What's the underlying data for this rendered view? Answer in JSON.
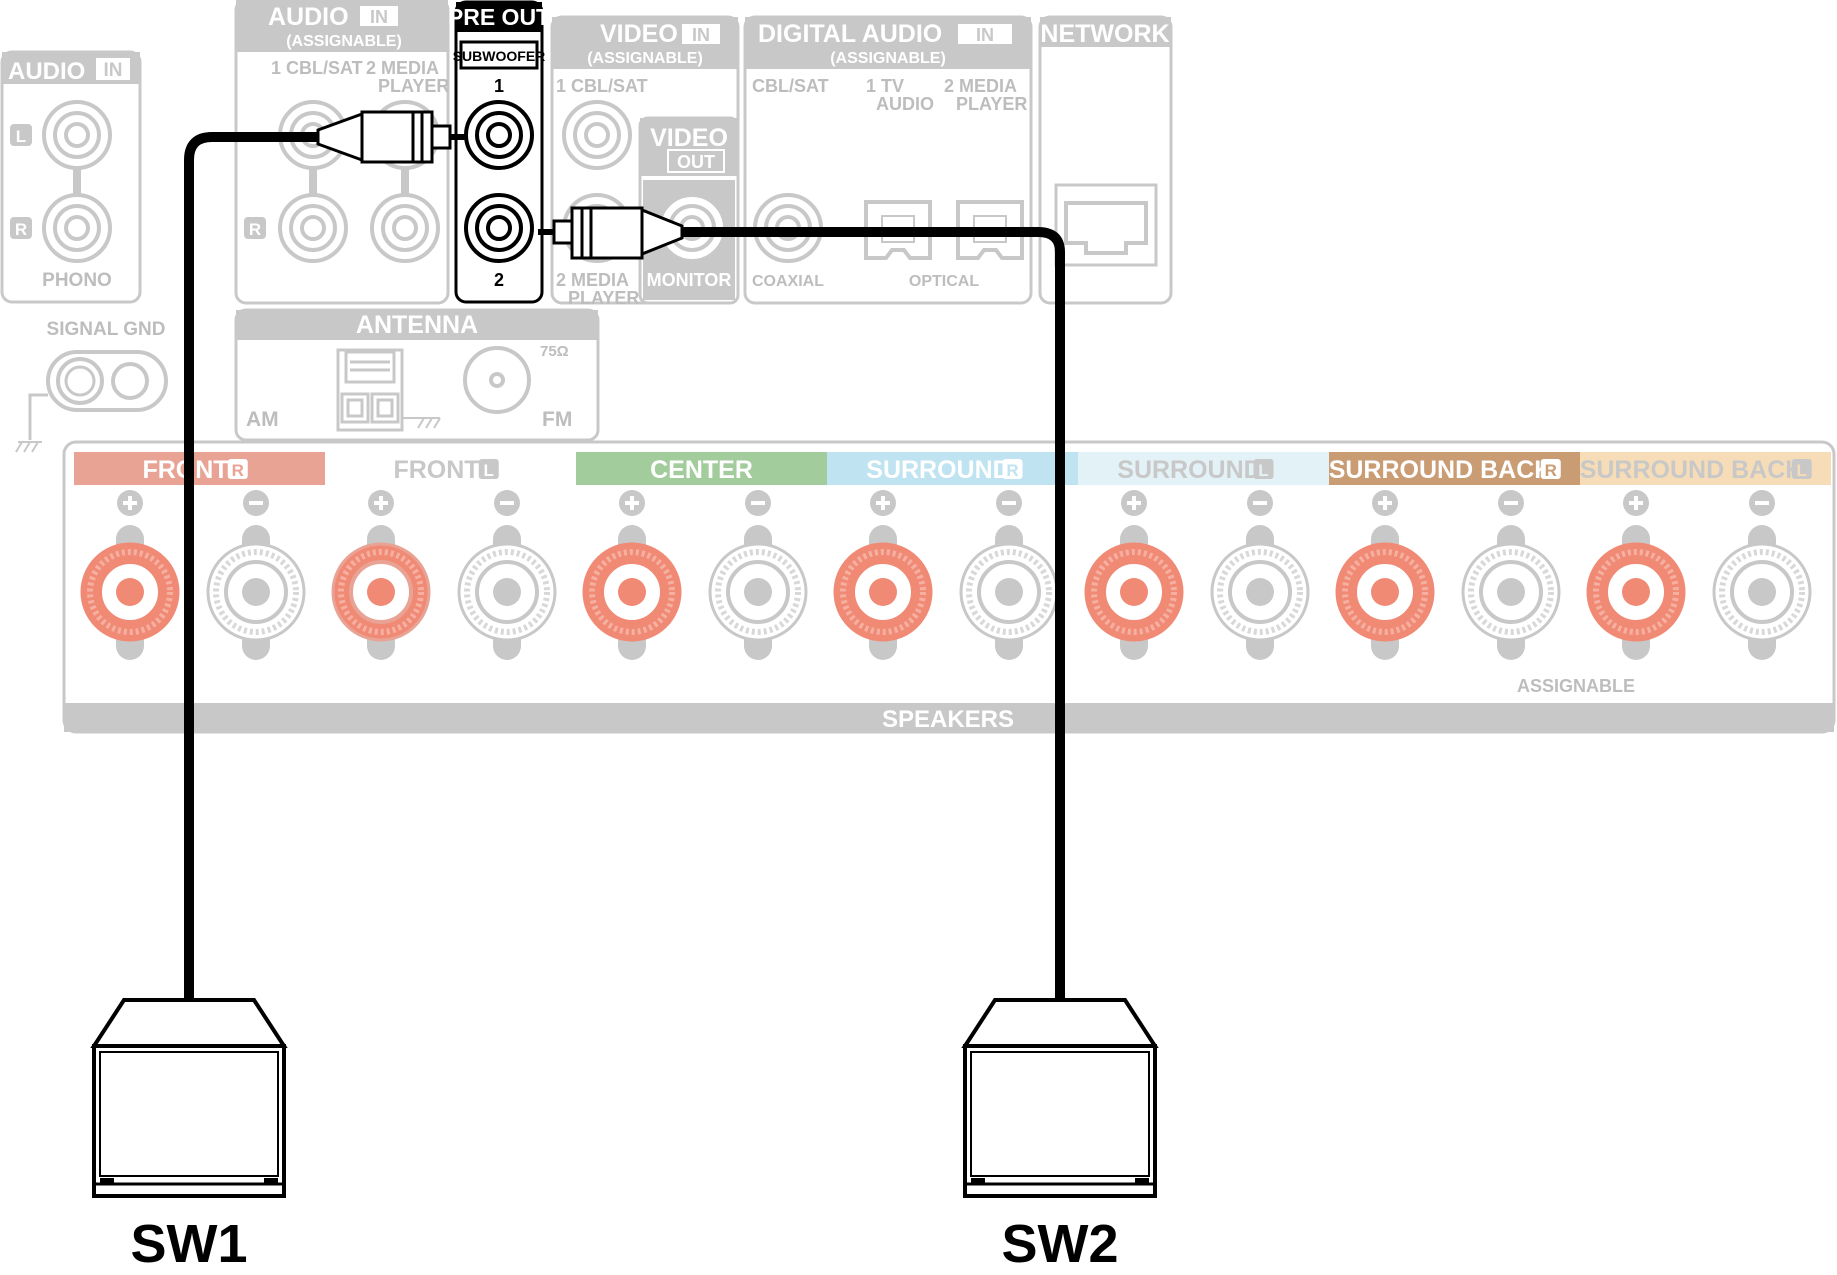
{
  "audio_in_phono": {
    "title": "AUDIO",
    "in_badge": "IN",
    "l_badge": "L",
    "r_badge": "R",
    "caption": "PHONO"
  },
  "signal_gnd": {
    "label": "SIGNAL GND"
  },
  "audio_in_assignable": {
    "title": "AUDIO",
    "in_badge": "IN",
    "sub": "(ASSIGNABLE)",
    "col1": "1 CBL/SAT",
    "col2a": "2  MEDIA",
    "col2b": "PLAYER",
    "r_badge": "R"
  },
  "pre_out": {
    "title": "PRE OUT",
    "subwoofer": "SUBWOOFER",
    "port1": "1",
    "port2": "2"
  },
  "video_in": {
    "title": "VIDEO",
    "in_badge": "IN",
    "sub": "(ASSIGNABLE)",
    "col1": "1 CBL/SAT",
    "col2a": "2  MEDIA",
    "col2b": "PLAYER"
  },
  "video_out": {
    "title": "VIDEO",
    "out_badge": "OUT",
    "monitor": "MONITOR"
  },
  "digital_audio": {
    "title": "DIGITAL AUDIO",
    "in_badge": "IN",
    "sub": "(ASSIGNABLE)",
    "cbl": "CBL/SAT",
    "tv_a": "1   TV",
    "tv_b": "AUDIO",
    "mp_a": "2  MEDIA",
    "mp_b": "PLAYER",
    "coaxial": "COAXIAL",
    "optical": "OPTICAL"
  },
  "network": {
    "title": "NETWORK"
  },
  "antenna": {
    "title": "ANTENNA",
    "am": "AM",
    "fm": "FM",
    "ohm": "75Ω"
  },
  "speakers": {
    "footer": "SPEAKERS",
    "assignable": "ASSIGNABLE",
    "channels": [
      {
        "label": "FRONT",
        "side": "R",
        "color": "#e8a395"
      },
      {
        "label": "FRONT",
        "side": "L",
        "color": "#ffffff"
      },
      {
        "label": "CENTER",
        "side": "",
        "color": "#a3cc9d"
      },
      {
        "label": "SURROUND",
        "side": "R",
        "color": "#bfe3f0"
      },
      {
        "label": "SURROUND",
        "side": "L",
        "color": "#e3f2f7"
      },
      {
        "label": "SURROUND BACK",
        "side": "R",
        "color": "#c99c73"
      },
      {
        "label": "SURROUND BACK",
        "side": "L",
        "color": "#f7ddb7"
      }
    ]
  },
  "subwoofers": [
    {
      "label": "SW1"
    },
    {
      "label": "SW2"
    }
  ]
}
